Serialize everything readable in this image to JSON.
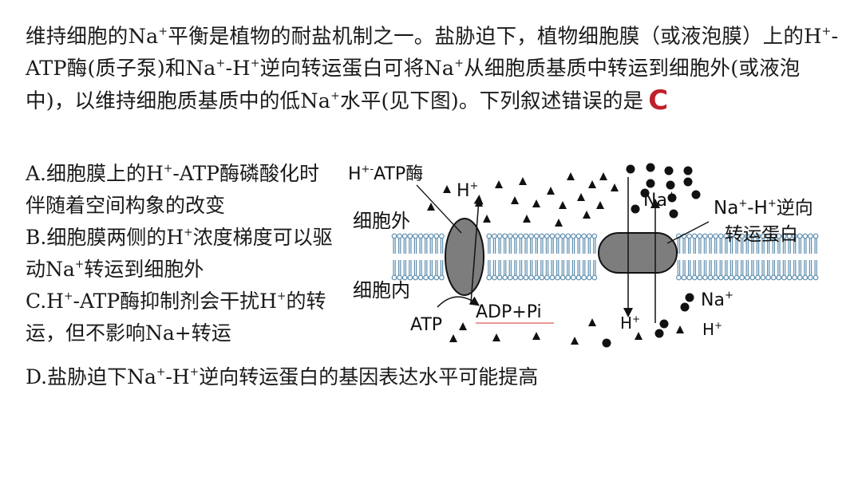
{
  "question": {
    "stem_1": "维持细胞的Na",
    "stem_2": "平衡是植物的耐盐机制之一。盐胁迫下，植物细胞膜（或液泡膜）上的H",
    "stem_3": "-ATP酶(质子泵)和Na",
    "stem_4": "-H",
    "stem_5": "逆向转运蛋白可将Na",
    "stem_6": "从细胞质基质中转运到细胞外(或液泡中)，以维持细胞质基质中的低Na",
    "stem_7": "水平(见下图)。下列叙述错误的是",
    "answer": "C"
  },
  "options": {
    "a": {
      "p1": "A.细胞膜上的H",
      "p2": "-ATP酶磷酸化时伴随着空间构象的改变"
    },
    "b": {
      "p1": "B.细胞膜两侧的H",
      "p2": "浓度梯度可以驱动Na",
      "p3": "转运到细胞外"
    },
    "c": {
      "p1": "C.H",
      "p2": "-ATP酶抑制剂会干扰H",
      "p3": "的转运，但不影响Na+转运"
    },
    "d": {
      "p1": "D.盐胁迫下Na",
      "p2": "-H",
      "p3": "逆向转运蛋白的基因表达水平可能提高"
    }
  },
  "superscript_plus": "+",
  "diagram": {
    "pump_label_main": "H",
    "pump_label_sup": "+-",
    "pump_label_tail": "ATP酶",
    "outside_label": "细胞外",
    "inside_label": "细胞内",
    "atp": "ATP",
    "adp_pi": "ADP+Pi",
    "h_top": "H",
    "na_top": "Na",
    "antiporter_label_line1_a": "Na",
    "antiporter_label_line1_b": "-H",
    "antiporter_label_line1_c": "逆向",
    "antiporter_label_line2": "转运蛋白",
    "h_bottom": "H",
    "legend_na": "Na",
    "legend_h": "H",
    "plus": "+"
  },
  "colors": {
    "answer": "#c0202a",
    "protein": "#7d7d7d",
    "membrane": "#5f8fb0"
  }
}
